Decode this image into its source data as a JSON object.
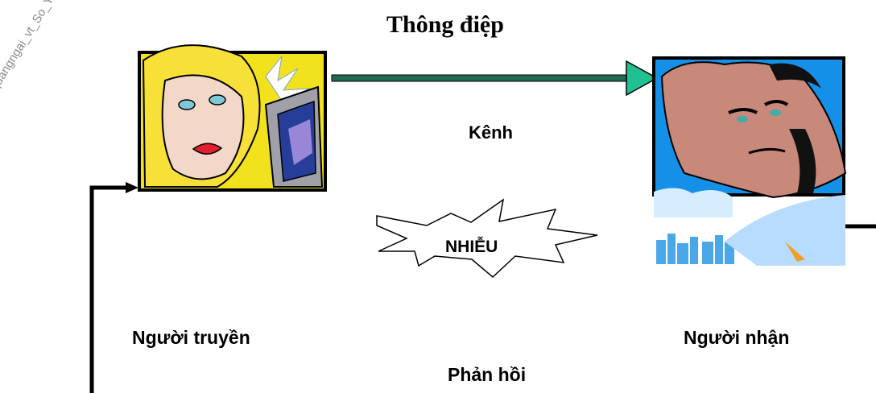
{
  "diagram": {
    "title": "Thông điệp",
    "channel_label": "Kênh",
    "noise_label": "NHIỄU",
    "sender_label": "Người truyền",
    "receiver_label": "Người nhận",
    "feedback_label": "Phản hồi"
  },
  "watermark": "syt_quangngai_vt_So_Y te Q",
  "icons": {
    "sender": "woman-at-computer-clipart",
    "receiver": "man-portrait-clipart"
  },
  "colors": {
    "message_arrow": "#1e6b50",
    "arrow_head": "#20c090",
    "sender_bg": "#f0e020",
    "receiver_bg": "#1590e8",
    "skin_receiver": "#c8887a"
  }
}
